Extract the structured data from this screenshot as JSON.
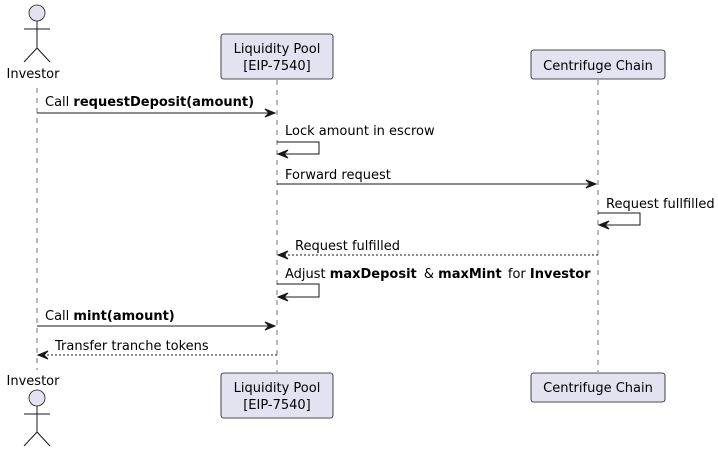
{
  "participants": {
    "investor": {
      "label": "Investor"
    },
    "pool": {
      "label_line1": "Liquidity Pool",
      "label_line2": "[EIP-7540]"
    },
    "chain": {
      "label": "Centrifuge Chain"
    }
  },
  "messages": {
    "m1": {
      "prefix": "Call ",
      "bold": "requestDeposit(amount)"
    },
    "m2": {
      "text": "Lock amount in escrow"
    },
    "m3": {
      "text": "Forward request"
    },
    "m4": {
      "text": "Request fullfilled"
    },
    "m5": {
      "text": "Request fulfilled"
    },
    "m6": {
      "t1": "Adjust ",
      "b1": "maxDeposit",
      "t2": " & ",
      "b2": "maxMint",
      "t3": " for ",
      "b3": "Investor"
    },
    "m7": {
      "prefix": "Call ",
      "bold": "mint(amount)"
    },
    "m8": {
      "text": "Transfer tranche tokens"
    }
  },
  "colors": {
    "participant_fill": "#e2e2f0",
    "stroke": "#181818"
  }
}
